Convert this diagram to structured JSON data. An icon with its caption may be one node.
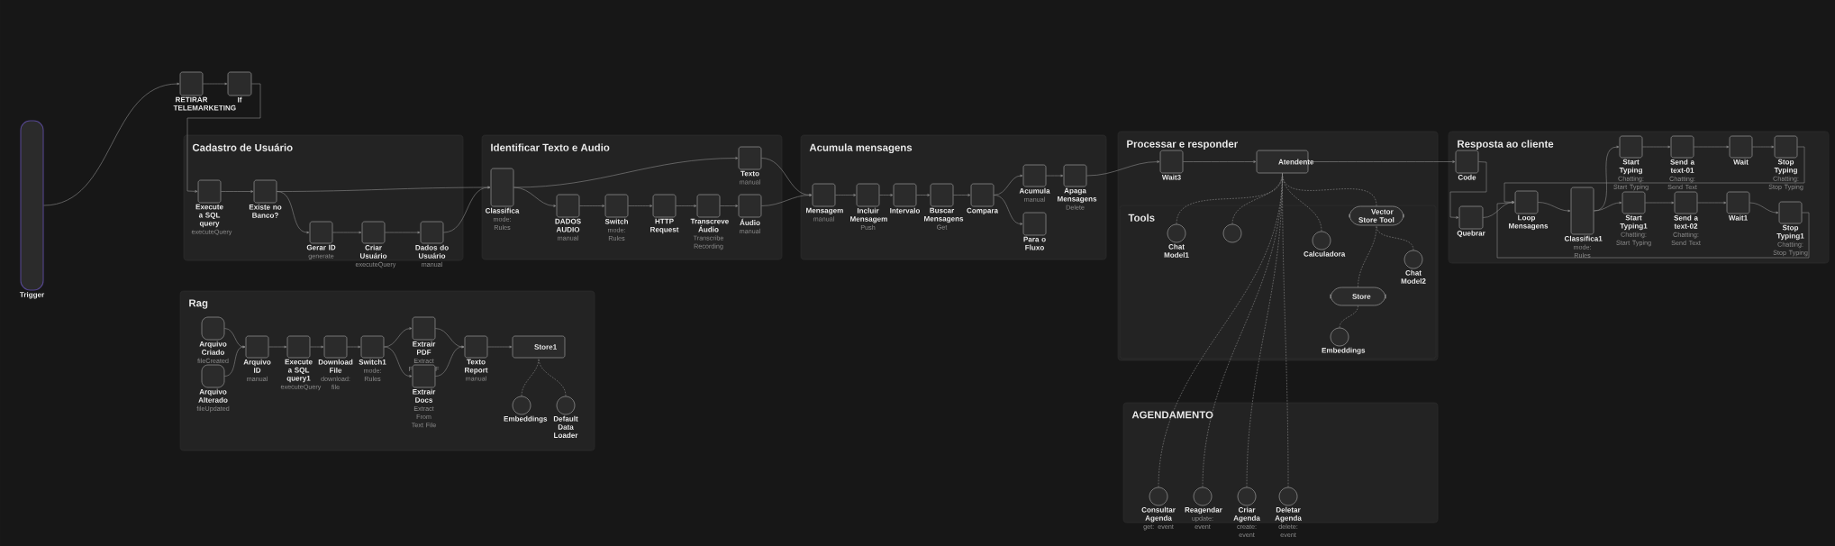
{
  "diagram": {
    "nodes": [
      {
        "text": [
          "Trigger"
        ]
      },
      {
        "text": [
          "RETIRAR TELEMARKETING"
        ]
      },
      {
        "text": [
          "If"
        ]
      },
      {
        "text": [
          "Cadastro de Usuário"
        ]
      },
      {
        "text": [
          "Execute a SQL query",
          "executeQuery"
        ],
        "in": 3
      },
      {
        "text": [
          "Existe no Banco?"
        ],
        "in": 3
      },
      {
        "text": [
          "Gerar ID",
          "generate"
        ],
        "in": 3
      },
      {
        "text": [
          "Criar Usuário",
          "executeQuery"
        ],
        "in": 3
      },
      {
        "text": [
          "Dados do Usuário",
          "manual"
        ],
        "in": 3
      },
      {
        "text": [
          "Identificar Texto e Audio"
        ]
      },
      {
        "text": [
          "Classifica",
          "mode: Rules"
        ],
        "in": 9
      },
      {
        "text": [
          "Texto",
          "manual"
        ],
        "in": 9
      },
      {
        "text": [
          "DADOS AUDIO",
          "manual"
        ],
        "in": 9
      },
      {
        "text": [
          "Switch",
          "mode: Rules"
        ],
        "in": 9
      },
      {
        "text": [
          "HTTP Request"
        ],
        "in": 9
      },
      {
        "text": [
          "Transcreve Áudio",
          "Transcribe Recording"
        ],
        "in": 9
      },
      {
        "text": [
          "Áudio",
          "manual"
        ],
        "in": 9
      },
      {
        "text": [
          "Acumula mensagens"
        ]
      },
      {
        "text": [
          "Mensagem",
          "manual"
        ],
        "in": 17
      },
      {
        "text": [
          "Incluir Mensagem",
          "Push"
        ],
        "in": 17
      },
      {
        "text": [
          "Intervalo"
        ],
        "in": 17
      },
      {
        "text": [
          "Buscar Mensagens",
          "Get"
        ],
        "in": 17
      },
      {
        "text": [
          "Compara"
        ],
        "in": 17
      },
      {
        "text": [
          "Acumula",
          "manual"
        ],
        "in": 17
      },
      {
        "text": [
          "Apaga Mensagens",
          "Delete"
        ],
        "in": 17
      },
      {
        "text": [
          "Para o Fluxo"
        ],
        "in": 17
      },
      {
        "text": [
          "Processar e responder"
        ]
      },
      {
        "text": [
          "Wait3"
        ],
        "in": 26
      },
      {
        "text": [
          "Atendente"
        ],
        "in": 26
      },
      {
        "text": [
          "Tools"
        ],
        "in": 26
      },
      {
        "text": [
          "Chat Model1"
        ],
        "in": 29
      },
      {
        "text": [],
        "shape": "circle",
        "in": 29
      },
      {
        "text": [
          "Calculadora"
        ],
        "in": 29
      },
      {
        "text": [
          "Vector Store Tool"
        ],
        "in": 29
      },
      {
        "text": [
          "Chat Model2"
        ],
        "in": 29
      },
      {
        "text": [
          "Store"
        ],
        "in": 29
      },
      {
        "text": [
          "Embeddings"
        ],
        "in": 29
      },
      {
        "text": [
          "AGENDAMENTO"
        ]
      },
      {
        "text": [
          "Consultar Agenda",
          "get: event"
        ],
        "in": 37
      },
      {
        "text": [
          "Reagendar",
          "update: event"
        ],
        "in": 37
      },
      {
        "text": [
          "Criar Agenda",
          "create: event"
        ],
        "in": 37
      },
      {
        "text": [
          "Deletar Agenda",
          "delete: event"
        ],
        "in": 37
      },
      {
        "text": [
          "Resposta ao cliente"
        ]
      },
      {
        "text": [
          "Code"
        ],
        "in": 42
      },
      {
        "text": [
          "Quebrar"
        ],
        "in": 42
      },
      {
        "text": [
          "Loop Mensagens"
        ],
        "in": 42
      },
      {
        "text": [
          "Classifica1",
          "mode: Rules"
        ],
        "in": 42
      },
      {
        "text": [
          "Start Typing",
          "Chatting: Start Typing"
        ],
        "in": 42
      },
      {
        "text": [
          "Send a text-01",
          "Chatting: Send Text"
        ],
        "in": 42
      },
      {
        "text": [
          "Wait"
        ],
        "in": 42
      },
      {
        "text": [
          "Stop Typing",
          "Chatting: Stop Typing"
        ],
        "in": 42
      },
      {
        "text": [
          "Start Typing1",
          "Chatting: Start Typing"
        ],
        "in": 42
      },
      {
        "text": [
          "Send a text-02",
          "Chatting: Send Text"
        ],
        "in": 42
      },
      {
        "text": [
          "Wait1"
        ],
        "in": 42
      },
      {
        "text": [
          "Stop Typing1",
          "Chatting: Stop Typing"
        ],
        "in": 42
      },
      {
        "text": [
          "Rag"
        ]
      },
      {
        "text": [
          "Arquivo Criado",
          "fileCreated"
        ],
        "in": 55
      },
      {
        "text": [
          "Arquivo Alterado",
          "fileUpdated"
        ],
        "in": 55
      },
      {
        "text": [
          "Arquivo ID",
          "manual"
        ],
        "in": 55
      },
      {
        "text": [
          "Execute a SQL query1",
          "executeQuery"
        ],
        "in": 55
      },
      {
        "text": [
          "Download File",
          "download: file"
        ],
        "in": 55
      },
      {
        "text": [
          "Switch1",
          "mode: Rules"
        ],
        "in": 55
      },
      {
        "text": [
          "Extrair PDF",
          "Extract From PDF"
        ],
        "in": 55
      },
      {
        "text": [
          "Extrair Docs",
          "Extract From Text File"
        ],
        "in": 55
      },
      {
        "text": [
          "Texto Report",
          "manual"
        ],
        "in": 55
      },
      {
        "text": [
          "Store1"
        ],
        "in": 55
      },
      {
        "text": [
          "Embeddings"
        ],
        "in": 55
      },
      {
        "text": [
          "Default Data Loader"
        ],
        "in": 55
      }
    ],
    "edges": [
      {
        "from": 0,
        "to": 1,
        "arrow": "to"
      },
      {
        "from": 1,
        "to": 2,
        "arrow": "to"
      },
      {
        "from": 2,
        "to": 4,
        "arrow": "to"
      },
      {
        "from": 4,
        "to": 5,
        "arrow": "to"
      },
      {
        "from": 5,
        "to": 10,
        "arrow": "to"
      },
      {
        "from": 5,
        "to": 6,
        "arrow": "to"
      },
      {
        "from": 6,
        "to": 7,
        "arrow": "to"
      },
      {
        "from": 7,
        "to": 8,
        "arrow": "to"
      },
      {
        "from": 8,
        "to": 10,
        "arrow": "to"
      },
      {
        "from": 10,
        "to": 11,
        "arrow": "to"
      },
      {
        "from": 10,
        "to": 12,
        "arrow": "to"
      },
      {
        "from": 12,
        "to": 13,
        "arrow": "to"
      },
      {
        "from": 13,
        "to": 14,
        "arrow": "to"
      },
      {
        "from": 14,
        "to": 15,
        "arrow": "to"
      },
      {
        "from": 15,
        "to": 16,
        "arrow": "to"
      },
      {
        "from": 11,
        "to": 18,
        "arrow": "to"
      },
      {
        "from": 16,
        "to": 18,
        "arrow": "to"
      },
      {
        "from": 18,
        "to": 19,
        "arrow": "to"
      },
      {
        "from": 19,
        "to": 20,
        "arrow": "to"
      },
      {
        "from": 20,
        "to": 21,
        "arrow": "to"
      },
      {
        "from": 21,
        "to": 22,
        "arrow": "to"
      },
      {
        "from": 22,
        "to": 23,
        "arrow": "to"
      },
      {
        "from": 22,
        "to": 25,
        "arrow": "to"
      },
      {
        "from": 23,
        "to": 24,
        "arrow": "to"
      },
      {
        "from": 24,
        "to": 27,
        "arrow": "to"
      },
      {
        "from": 27,
        "to": 28,
        "arrow": "to"
      },
      {
        "from": 28,
        "to": 43,
        "arrow": "to"
      },
      {
        "from": 43,
        "to": 44,
        "arrow": "to"
      },
      {
        "from": 44,
        "to": 45,
        "arrow": "to"
      },
      {
        "from": 45,
        "to": 46,
        "arrow": "to"
      },
      {
        "from": 46,
        "to": 47,
        "arrow": "to"
      },
      {
        "from": 46,
        "to": 51,
        "arrow": "to"
      },
      {
        "from": 47,
        "to": 48,
        "arrow": "to"
      },
      {
        "from": 48,
        "to": 49,
        "arrow": "to"
      },
      {
        "from": 49,
        "to": 50,
        "arrow": "to"
      },
      {
        "from": 50,
        "to": 45,
        "arrow": "to"
      },
      {
        "from": 51,
        "to": 52,
        "arrow": "to"
      },
      {
        "from": 52,
        "to": 53,
        "arrow": "to"
      },
      {
        "from": 53,
        "to": 54,
        "arrow": "to"
      },
      {
        "from": 54,
        "to": 45,
        "arrow": "to"
      },
      {
        "from": 30,
        "to": 28,
        "arrow": "none",
        "style": "dashed"
      },
      {
        "from": 31,
        "to": 28,
        "arrow": "none",
        "style": "dashed"
      },
      {
        "from": 32,
        "to": 28,
        "arrow": "none",
        "style": "dashed"
      },
      {
        "from": 33,
        "to": 28,
        "arrow": "none",
        "style": "dashed"
      },
      {
        "from": 38,
        "to": 28,
        "arrow": "none",
        "style": "dashed"
      },
      {
        "from": 39,
        "to": 28,
        "arrow": "none",
        "style": "dashed"
      },
      {
        "from": 40,
        "to": 28,
        "arrow": "none",
        "style": "dashed"
      },
      {
        "from": 41,
        "to": 28,
        "arrow": "none",
        "style": "dashed"
      },
      {
        "from": 34,
        "to": 33,
        "arrow": "none",
        "style": "dashed"
      },
      {
        "from": 35,
        "to": 33,
        "arrow": "none",
        "style": "dashed"
      },
      {
        "from": 36,
        "to": 35,
        "arrow": "none",
        "style": "dashed"
      },
      {
        "from": 56,
        "to": 58,
        "arrow": "to"
      },
      {
        "from": 57,
        "to": 58,
        "arrow": "to"
      },
      {
        "from": 58,
        "to": 59,
        "arrow": "to"
      },
      {
        "from": 59,
        "to": 60,
        "arrow": "to"
      },
      {
        "from": 60,
        "to": 61,
        "arrow": "to"
      },
      {
        "from": 61,
        "to": 62,
        "arrow": "to"
      },
      {
        "from": 61,
        "to": 63,
        "arrow": "to"
      },
      {
        "from": 62,
        "to": 64,
        "arrow": "to"
      },
      {
        "from": 63,
        "to": 64,
        "arrow": "to"
      },
      {
        "from": 64,
        "to": 65,
        "arrow": "to"
      },
      {
        "from": 66,
        "to": 65,
        "arrow": "none",
        "style": "dashed"
      },
      {
        "from": 67,
        "to": 65,
        "arrow": "none",
        "style": "dashed"
      }
    ]
  }
}
